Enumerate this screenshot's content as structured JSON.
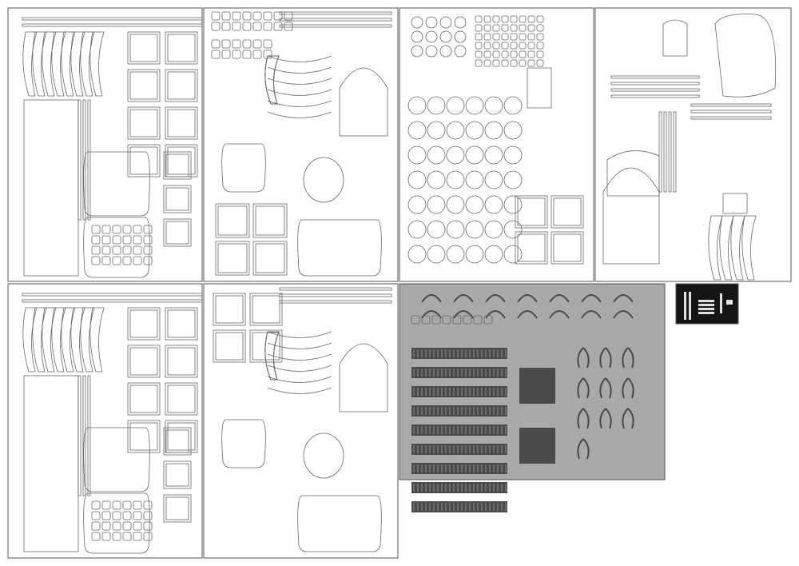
{
  "colors": {
    "sheet_bg": "#ffffff",
    "sheet_border": "#555555",
    "part_stroke": "#666666",
    "etch_bg": "#a9a9a9",
    "etch_part": "#4a4a4a",
    "dark_bg": "#151515",
    "dark_part": "#e0e0e0"
  },
  "sheets": [
    {
      "id": "sheet-1",
      "kind": "laser-cut-parts",
      "windows": 8,
      "ribs": 8
    },
    {
      "id": "sheet-2",
      "kind": "laser-cut-parts",
      "windows": 4,
      "ribs": 6
    },
    {
      "id": "sheet-3",
      "kind": "laser-cut-discs",
      "discs": 42,
      "windows": 4
    },
    {
      "id": "sheet-4",
      "kind": "laser-cut-parts",
      "windows": 0,
      "ribs": 4
    },
    {
      "id": "sheet-5",
      "kind": "laser-cut-parts",
      "windows": 8,
      "ribs": 8
    },
    {
      "id": "sheet-6",
      "kind": "laser-cut-parts",
      "windows": 4,
      "ribs": 6
    },
    {
      "id": "sheet-7",
      "kind": "photo-etch",
      "grilles": 9
    },
    {
      "id": "sheet-8",
      "kind": "photo-etch-small"
    }
  ]
}
